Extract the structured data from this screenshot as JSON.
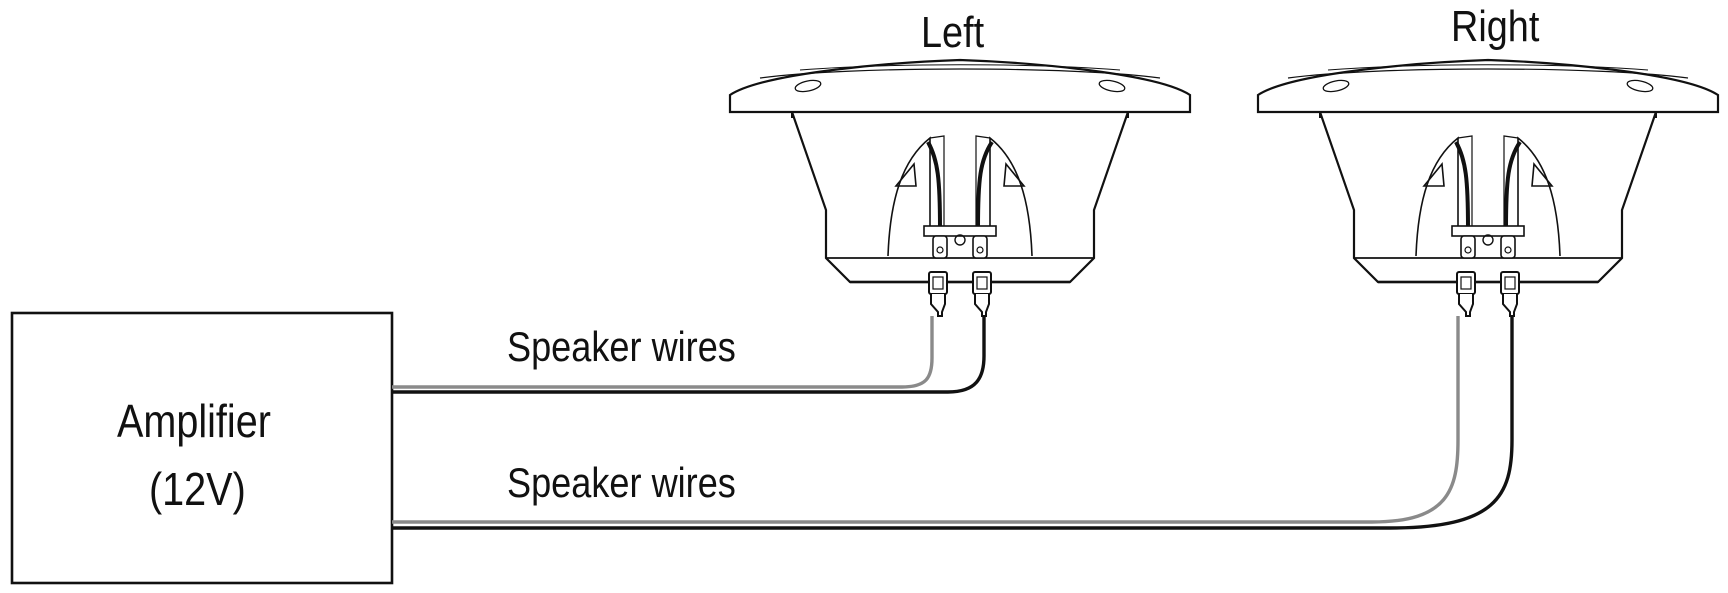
{
  "speakers": {
    "left": {
      "label": "Left"
    },
    "right": {
      "label": "Right"
    }
  },
  "amplifier": {
    "title": "Amplifier",
    "subtitle": "(12V)"
  },
  "wires": {
    "upper_label": "Speaker wires",
    "lower_label": "Speaker wires"
  },
  "colors": {
    "line": "#111111",
    "wire_dark": "#111111",
    "wire_gray": "#8a8a8a"
  }
}
